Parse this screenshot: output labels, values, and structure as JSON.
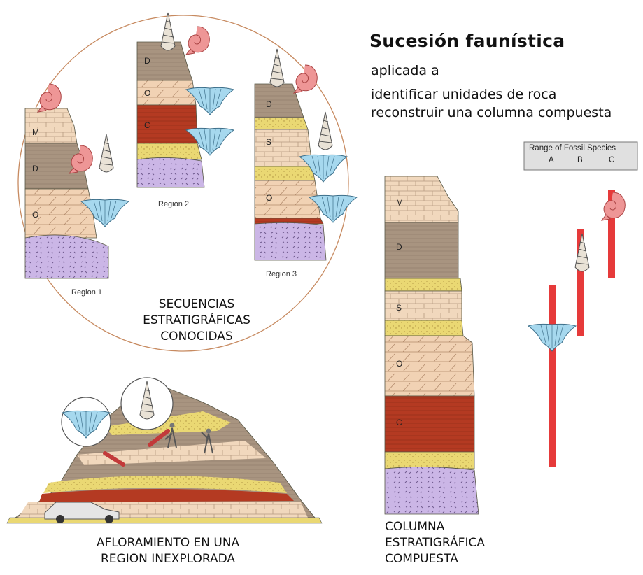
{
  "title": "Sucesión faunística",
  "subtitle_1": "aplicada a",
  "subtitle_2": "identificar unidades de roca",
  "subtitle_3": "reconstruir una  columna compuesta",
  "regions": {
    "region1": "Region 1",
    "region2": "Region 2",
    "region3": "Region 3"
  },
  "known_sequences_caption": [
    "SECUENCIAS",
    "ESTRATIGRÁFICAS",
    "CONOCIDAS"
  ],
  "outcrop_caption": [
    "AFLORAMIENTO EN UNA",
    "REGION INEXPLORADA"
  ],
  "composite_caption": [
    "COLUMNA",
    "ESTRATIGRÁFICA",
    "COMPUESTA"
  ],
  "range_box": {
    "title": "Range of Fossil Species",
    "species": [
      "A",
      "B",
      "C"
    ]
  },
  "layer_labels": {
    "col1": [
      "M",
      "D",
      "O"
    ],
    "col2": [
      "D",
      "O",
      "C"
    ],
    "col3": [
      "D",
      "S",
      "O"
    ],
    "composite": [
      "M",
      "D",
      "S",
      "O",
      "C"
    ]
  },
  "fossil_ranges": [
    {
      "species": "A",
      "fossil": "brachiopod",
      "from_unit": "C",
      "to_unit": "S"
    },
    {
      "species": "B",
      "fossil": "gastropod",
      "from_unit": "S",
      "to_unit": "D"
    },
    {
      "species": "C",
      "fossil": "ammonoid",
      "from_unit": "D",
      "to_unit": "M"
    }
  ],
  "colors": {
    "limestone": "#f1d8bd",
    "shale": "#a89480",
    "sandstone": "#ead873",
    "red_bed": "#b43a22",
    "igneous": "#cbb6e6",
    "ammonoid": "#ee9696",
    "brachiopod": "#a6d8ee",
    "range_bar": "#e63a3a"
  }
}
